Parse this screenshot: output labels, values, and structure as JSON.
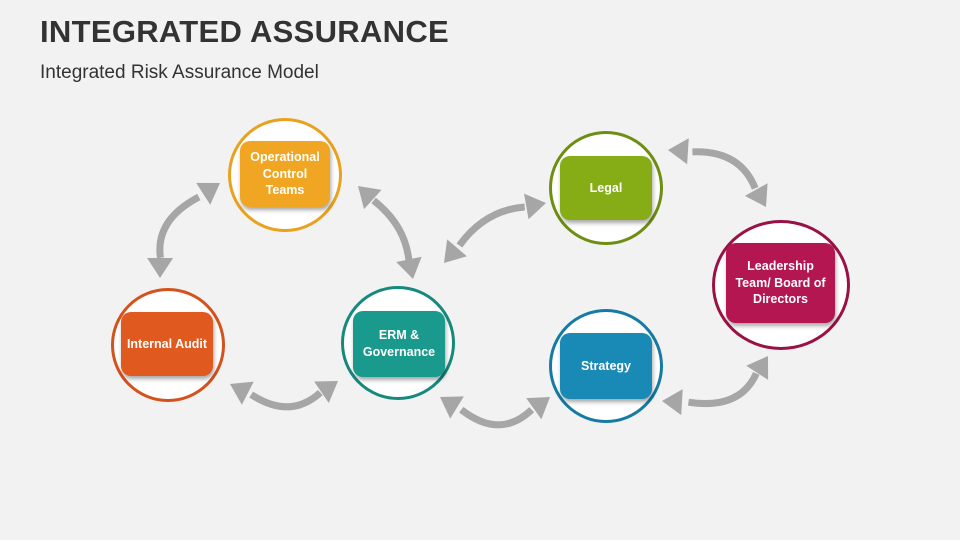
{
  "header": {
    "title": "INTEGRATED ASSURANCE",
    "subtitle": "Integrated Risk Assurance Model"
  },
  "nodes": {
    "operational": {
      "label": "Operational Control Teams",
      "color": "#f0a623"
    },
    "internal_audit": {
      "label": "Internal Audit",
      "color": "#e05a1f"
    },
    "erm": {
      "label": "ERM & Governance",
      "color": "#1a9a8c"
    },
    "legal": {
      "label": "Legal",
      "color": "#86ac16"
    },
    "strategy": {
      "label": "Strategy",
      "color": "#1989b5"
    },
    "leadership": {
      "label": "Leadership Team/ Board of Directors",
      "color": "#b31650"
    }
  },
  "connector_color": "#a6a6a6"
}
